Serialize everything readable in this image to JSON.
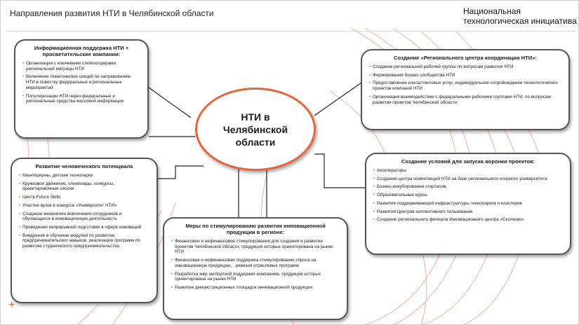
{
  "header": {
    "title": "Направления развития НТИ в Челябинской области",
    "brand": "Национальная\nтехнологическая инициатива"
  },
  "center": {
    "label": "НТИ в\nЧелябинской\nобласти"
  },
  "colors": {
    "accent": "#e8643c",
    "border": "#555555"
  },
  "boxes": {
    "info": {
      "title": "Информационная поддержка НТИ + просветительские компании:",
      "items": [
        "Организация с ключевыми стейкхолдерами региональной матрицы НТИ",
        "Включение тематических секций по направлениям НТИ в повестку федеральных и региональных мероприятий",
        "Популяризации НТИ через федеральные и региональные средства массовой информации"
      ]
    },
    "coord": {
      "title": "Создание «Регионального центра координации НТИ»:",
      "items": [
        "Создание региональной рабочей группы по вопросам развития НТИ",
        "Формирование бизнес сообщества НТИ",
        "Предоставление консалтинговых услуг, индивидуальное сопровождение технологических проектов компаний НТИ",
        "Организация взаимодействия с федеральными рабочими группами НТИ, по вопросам развития проектов Челябинской области"
      ]
    },
    "human": {
      "title": "Развитие человеческого потенциала",
      "items": [
        "Кванториумы, детские технопарки",
        "Кружковое движение, олимпиады, конкурсы, проектировочные сессии",
        "Центр Future Skills",
        "Участие вузов в конкурсе «Университет НТИ»",
        "Создание механизма вовлечения сотрудников и обучающихся в инновационную деятельность",
        "Проведение непрерывной подготовки в сфере инноваций",
        "Внедрение в обучение модулей по развитию предпринимательских навыков, реализация программ по развитию студенческого предпринимательства"
      ]
    },
    "funnel": {
      "title": "Создание условий для запуска воронки проектов:",
      "items": [
        "Акселераторы",
        "Создание центра компетенций НТИ на базе регионального опорного университета",
        "Бизнес-инкубирование стартапов",
        "Образовательные курсы",
        "Развитие поддерживающей инфраструктуры технопарков и кластеров",
        "Развития Центров коллективного пользования",
        "Создание регионального филиала Инновационного центра «Сколково»"
      ]
    },
    "stimulus": {
      "title": "Меры по стимулированию развития инновационной продукции в регионе:",
      "items": [
        "Финансовое и нефинансовое стимулирования для создания и развития проектов Челябинской области, продукция которых ориентирована на рынки НТИ",
        "Финансовая и нефинансовая поддержка стимулированию спроса на инновационную продукцию, , ревизия отраслевых программ",
        "Разработка мер экспортной поддержки компаниям, продукция которых ориентирована на рынки НТИ",
        "Развитие демонстрационных площадок инновационной продукции"
      ]
    }
  }
}
